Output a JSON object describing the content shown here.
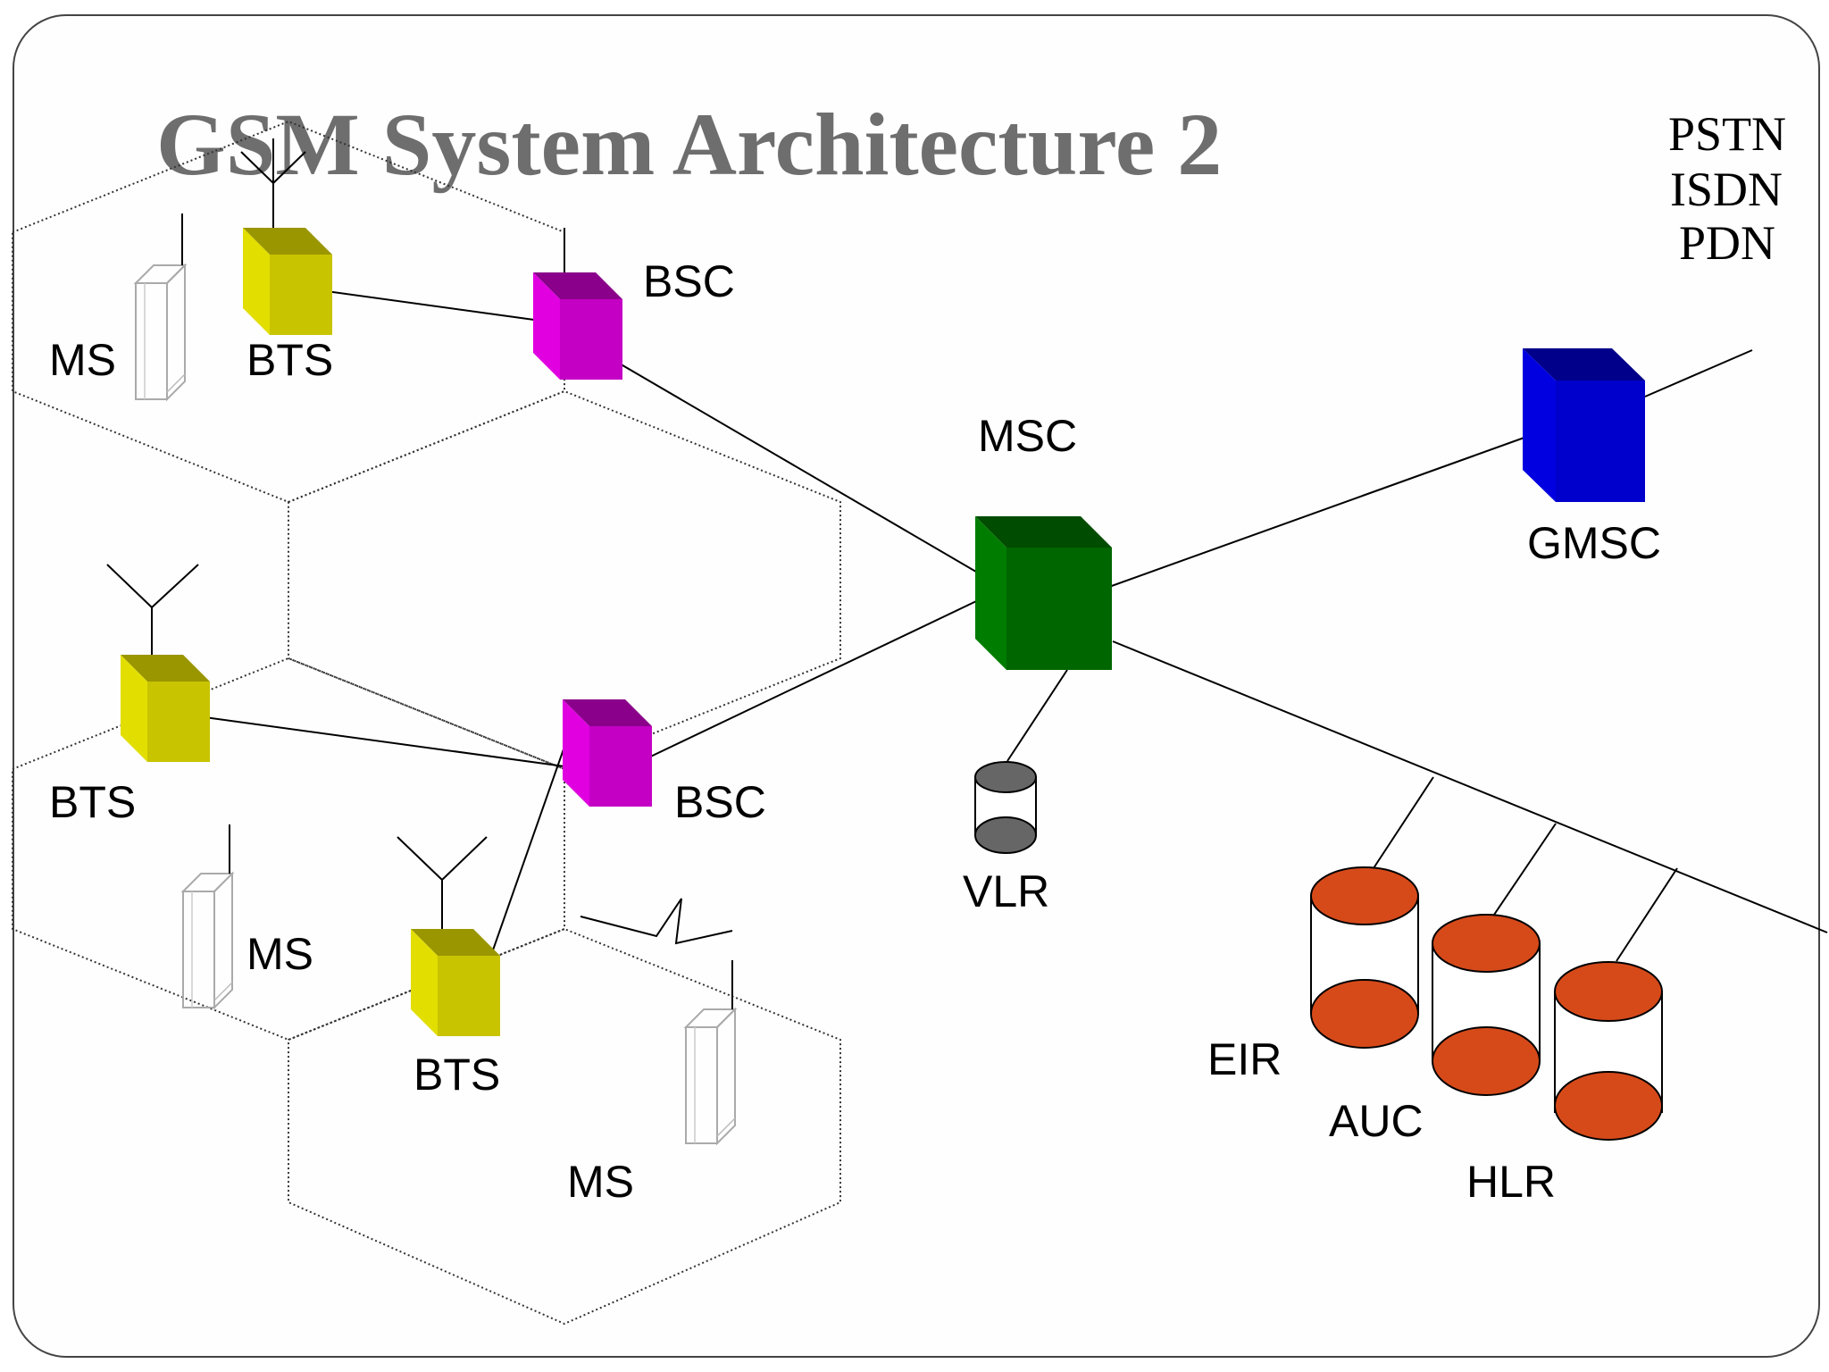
{
  "title": "GSM System Architecture 2",
  "external_networks": [
    "PSTN",
    "ISDN",
    "PDN"
  ],
  "labels": {
    "ms_1": "MS",
    "bts_1": "BTS",
    "bsc_1": "BSC",
    "msc": "MSC",
    "gmsc": "GMSC",
    "bts_2": "BTS",
    "bsc_2": "BSC",
    "vlr": "VLR",
    "ms_2": "MS",
    "bts_3": "BTS",
    "ms_3": "MS",
    "eir": "EIR",
    "auc": "AUC",
    "hlr": "HLR"
  },
  "colors": {
    "bts": "#c8c400",
    "bsc": "#cc00cc",
    "msc": "#006600",
    "gmsc": "#0000cc",
    "vlr": "#666666",
    "database": "#d64a1a",
    "title": "#6e6e6e"
  }
}
